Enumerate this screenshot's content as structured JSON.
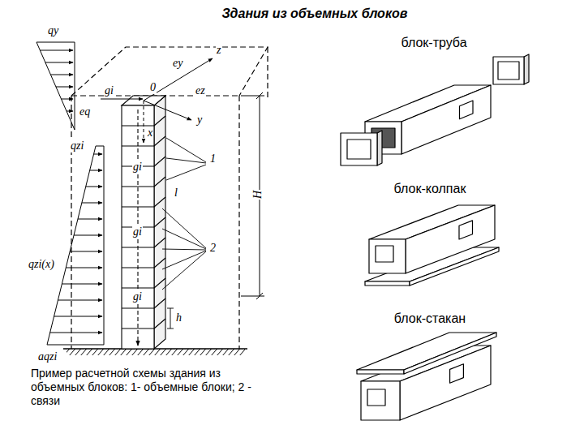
{
  "diagram": {
    "title": "Здания из объемных блоков",
    "caption": "Пример расчетной схемы здания из объемных блоков: 1- объемные блоки; 2 - связи",
    "labels": [
      "qy",
      "ey",
      "z",
      "gi",
      "0",
      "ez",
      "y",
      "eq",
      "qzi",
      "x",
      "1",
      "l",
      "gi",
      "h",
      "2",
      "H",
      "gi",
      "qzi(x)",
      "gi",
      "aqzi",
      "блок-труба",
      "блок-колпак",
      "блок-стакан"
    ]
  }
}
